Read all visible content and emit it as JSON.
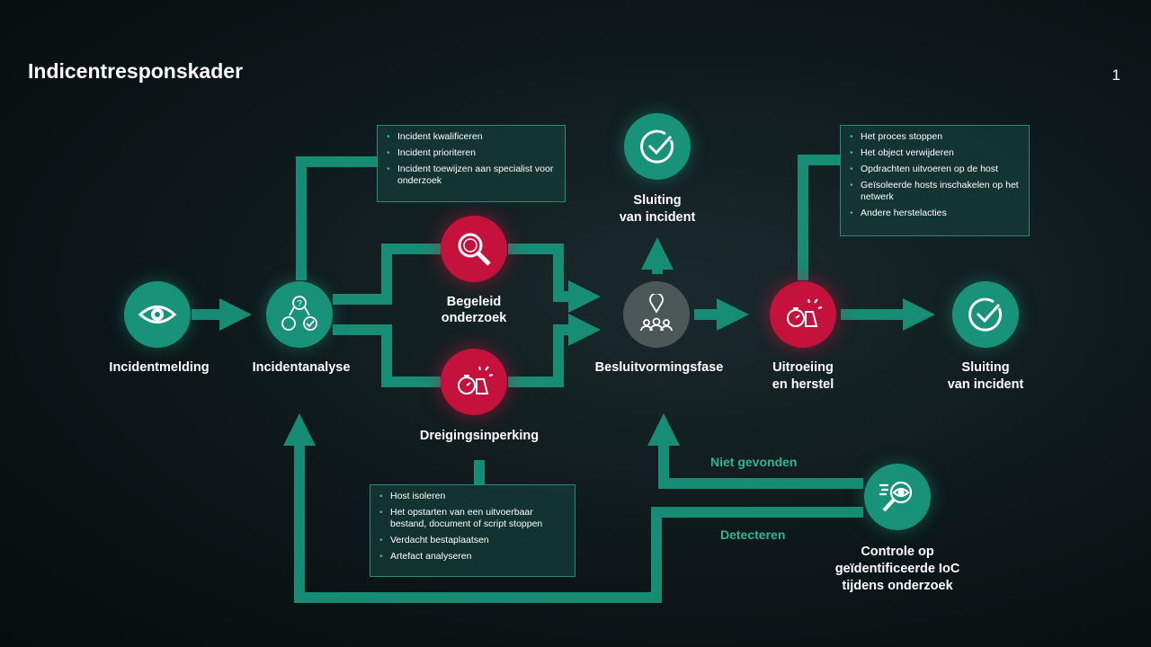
{
  "header": {
    "title": "Indicentresponskader",
    "page_number": "1"
  },
  "colors": {
    "teal": "#18937a",
    "red": "#c4123c",
    "gray": "#4c5758",
    "text_green": "#2fb58f"
  },
  "nodes": {
    "incident_report": {
      "label": "Incidentmelding",
      "icon": "eye-icon"
    },
    "incident_analysis": {
      "label": "Incidentanalyse",
      "icon": "analysis-icon"
    },
    "guided_investigation": {
      "label1": "Begeleid",
      "label2": "onderzoek",
      "icon": "magnifier-icon"
    },
    "threat_containment": {
      "label": "Dreigingsinperking",
      "icon": "stopwatch-icon"
    },
    "decision_phase": {
      "label": "Besluitvormingsfase",
      "icon": "people-pin-icon"
    },
    "closure_top": {
      "label1": "Sluiting",
      "label2": "van incident",
      "icon": "check-icon"
    },
    "eradication": {
      "label1": "Uitroeiing",
      "label2": "en herstel",
      "icon": "stopwatch-icon"
    },
    "closure_right": {
      "label1": "Sluiting",
      "label2": "van incident",
      "icon": "check-icon"
    },
    "ioc_check": {
      "label1": "Controle op",
      "label2": "geïdentificeerde IoC",
      "label3": "tijdens onderzoek",
      "icon": "scan-eye-icon"
    }
  },
  "flow_labels": {
    "not_found": "Niet gevonden",
    "detect": "Detecteren"
  },
  "boxes": {
    "analysis": [
      "Incident kwalificeren",
      "Incident prioriteren",
      "Incident toewijzen aan specialist voor onderzoek"
    ],
    "eradication": [
      "Het proces stoppen",
      "Het object verwijderen",
      "Opdrachten uitvoeren op de host",
      "Geïsoleerde hosts inschakelen op het netwerk",
      "Andere herstelacties"
    ],
    "containment": [
      "Host isoleren",
      "Het opstarten van een uitvoerbaar bestand, document of script stoppen",
      "Verdacht bestaplaatsen",
      "Artefact analyseren"
    ]
  }
}
